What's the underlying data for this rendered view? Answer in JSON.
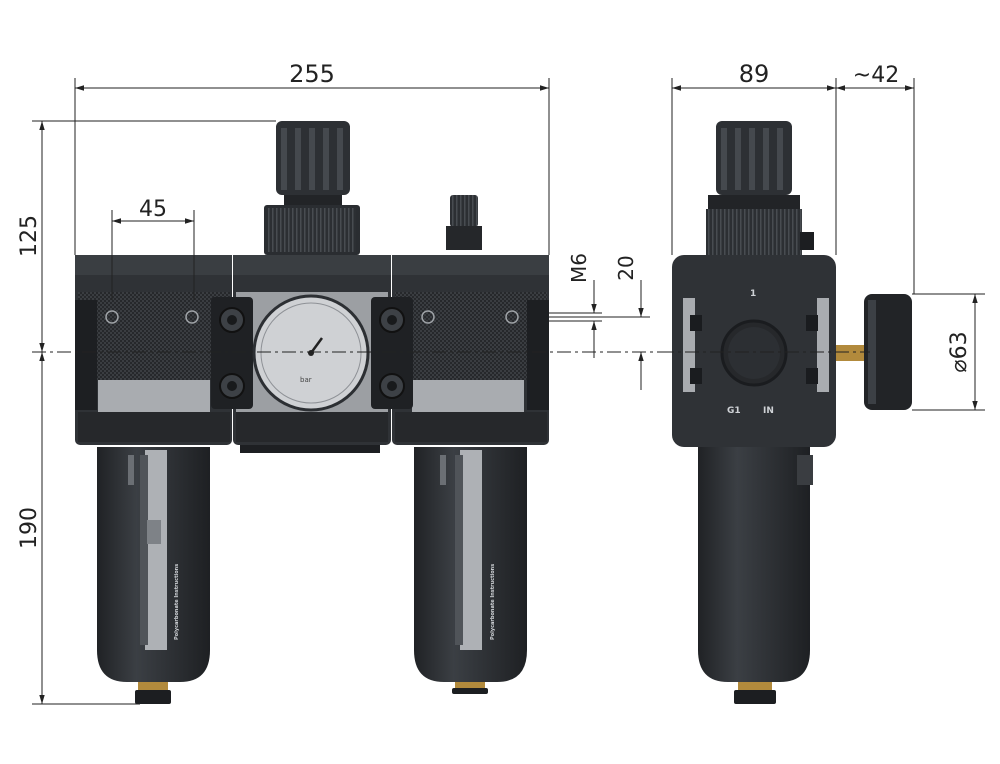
{
  "dimensions": {
    "total_width": "255",
    "height_top": "125",
    "height_bottom": "190",
    "pitch": "45",
    "thread": "M6",
    "thread_offset": "20",
    "side_depth": "89",
    "gauge_projection": "~42",
    "gauge_diameter": "⌀63"
  },
  "markings": {
    "port_top": "1",
    "port_size": "G1",
    "port_label": "IN",
    "gauge_unit": "bar",
    "bowl_text_left": "Polycarbonate  Instructions",
    "bowl_text_right": "Polycarbonate  Instructions"
  },
  "colors": {
    "body": "#2f3236",
    "body_dark": "#1d1f22",
    "body_light": "#5a5e63",
    "panel_grey": "#a9acb0",
    "gauge_face": "#cfd1d4",
    "brass": "#b28a3c"
  }
}
